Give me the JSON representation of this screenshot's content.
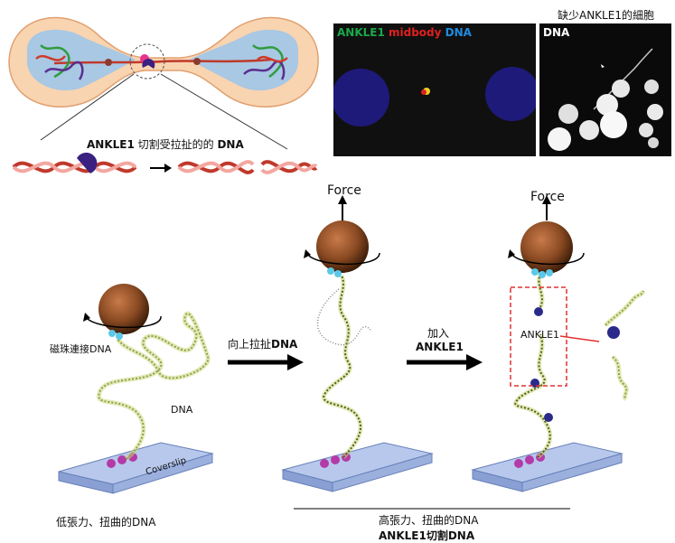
{
  "top": {
    "cleave_label_a": "ANKLE1",
    "cleave_label_b": " 切割受拉扯的的 ",
    "cleave_label_c": "DNA"
  },
  "micro": {
    "panel1": {
      "label_ankle1": "ANKLE1",
      "label_midbody": " midbody",
      "label_dna": " DNA",
      "colors": {
        "ankle1": "#1aa84a",
        "midbody": "#e02020",
        "dna": "#1e8ce0"
      }
    },
    "panel2": {
      "title": "缺少ANKLE1的細胞",
      "label": "DNA"
    }
  },
  "bottom": {
    "panel_left": {
      "bead_label": "磁珠連接DNA",
      "dna_label": "DNA",
      "coverslip_label": "Coverslip",
      "caption": "低張力、扭曲的DNA"
    },
    "arrow1": {
      "text_a": "向上拉扯",
      "text_b": "DNA"
    },
    "panel_mid": {
      "force_label": "Force"
    },
    "arrow2": {
      "text_a": "加入",
      "text_b": "ANKLE1"
    },
    "panel_right": {
      "force_label": "Force",
      "ankle_label": "ANKLE1"
    },
    "caption_right_line1": "高張力、扭曲的DNA",
    "caption_right_line2": "ANKLE1切割DNA"
  }
}
